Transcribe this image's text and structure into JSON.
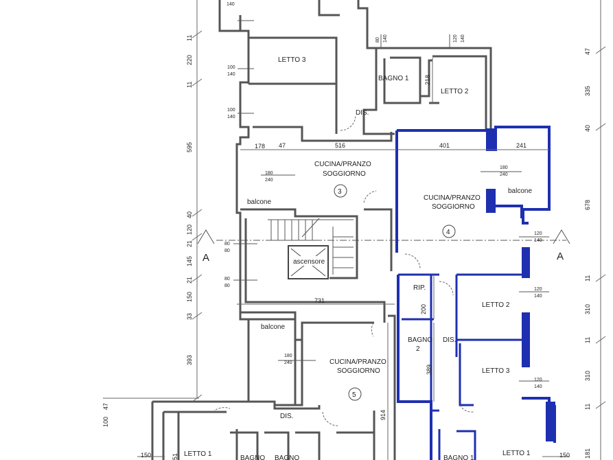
{
  "colors": {
    "wall": "#555555",
    "highlight": "#1e2fb0",
    "paper": "#ffffff"
  },
  "rooms": {
    "letto3_top": "LETTO 3",
    "bagno1_top": "BAGNO 1",
    "letto2_top": "LETTO 2",
    "dis_top": "DIS.",
    "cucina3_line1": "CUCINA/PRANZO",
    "cucina3_line2": "SOGGIORNO",
    "unit3": "3",
    "balcone3": "balcone",
    "cucina4_line1": "CUCINA/PRANZO",
    "cucina4_line2": "SOGGIORNO",
    "unit4": "4",
    "balcone4": "balcone",
    "ascensore": "ascensore",
    "rip": "RIP.",
    "letto2_mid": "LETTO 2",
    "bagno2_line1": "BAGNO",
    "bagno2_line2": "2",
    "dis_mid": "DIS.",
    "letto3_mid": "LETTO 3",
    "balcone5": "balcone",
    "cucina5_line1": "CUCINA/PRANZO",
    "cucina5_line2": "SOGGIORNO",
    "unit5": "5",
    "dis_bottom": "DIS.",
    "letto1_left": "LETTO 1",
    "bagno_b1": "BAGNO",
    "bagno_b2": "BAGNO",
    "bagno1_bottom": "BAGNO 1",
    "letto1_right": "LETTO 1"
  },
  "section_marks": {
    "left": "A",
    "right": "A"
  },
  "dims": {
    "left": [
      "220",
      "595",
      "120",
      "21",
      "145",
      "21",
      "150",
      "33",
      "393",
      "100",
      "47",
      "11",
      "11",
      "40"
    ],
    "right": [
      "47",
      "335",
      "40",
      "678",
      "11",
      "310",
      "11",
      "310",
      "11",
      "181"
    ],
    "horizontal": [
      "178",
      "47",
      "516",
      "401",
      "241",
      "731",
      "914",
      "389",
      "200",
      "218",
      "150",
      "51",
      "150"
    ],
    "windows": {
      "w1_top": "140",
      "w2_top": "80",
      "w2_bot": "140",
      "w3_top": "120",
      "w3_bot": "140",
      "w4_top": "100",
      "w4_bot": "140",
      "w5_top": "100",
      "w5_bot": "140",
      "w6_top": "180",
      "w6_bot": "240",
      "w7_top": "180",
      "w7_bot": "240",
      "w8_top": "80",
      "w8_bot": "80",
      "w9_top": "80",
      "w9_bot": "80",
      "w10_top": "120",
      "w10_bot": "140",
      "w11_top": "120",
      "w11_bot": "140",
      "w12_top": "120",
      "w12_bot": "140",
      "w13_top": "180",
      "w13_bot": "240"
    }
  }
}
